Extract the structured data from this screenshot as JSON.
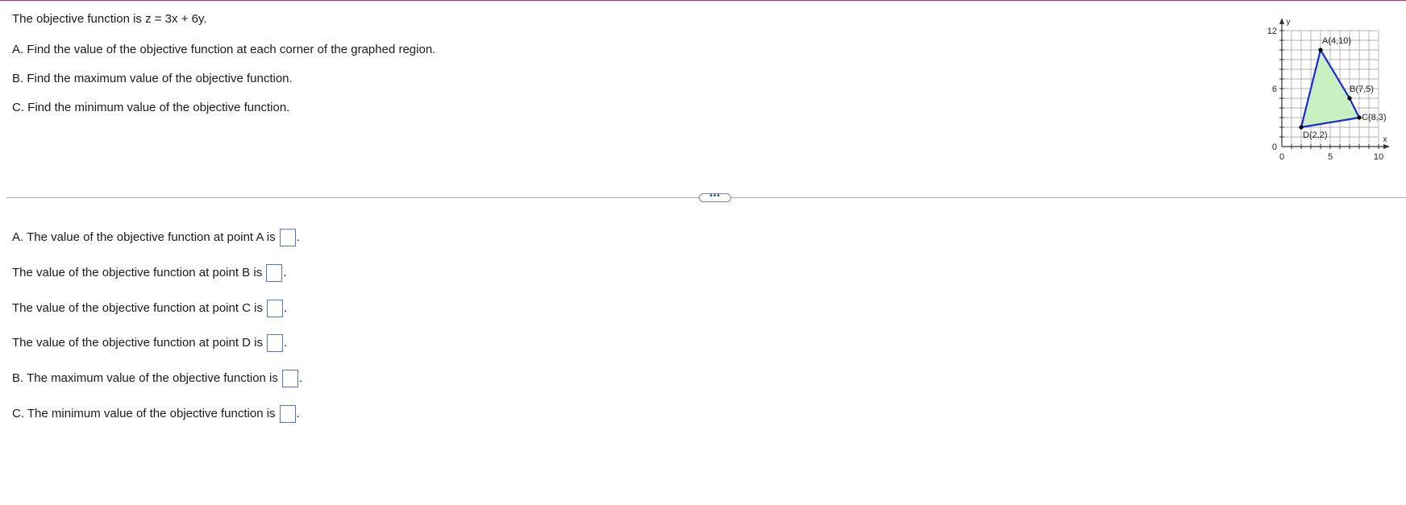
{
  "question": {
    "objective": "The objective function is z = 3x + 6y.",
    "part_a": "A. Find the value of the objective function at each corner of the graphed region.",
    "part_b": "B. Find the maximum value of the objective function.",
    "part_c": "C. Find the minimum value of the objective function."
  },
  "graph": {
    "x_axis_label": "x",
    "y_axis_label": "y",
    "x_tick_labels": [
      "0",
      "5",
      "10"
    ],
    "y_tick_labels": [
      "0",
      "6",
      "12"
    ],
    "points": [
      {
        "label": "A(4,10)",
        "x": 4,
        "y": 10
      },
      {
        "label": "B(7,5)",
        "x": 7,
        "y": 5
      },
      {
        "label": "C(8,3)",
        "x": 8,
        "y": 3
      },
      {
        "label": "D(2,2)",
        "x": 2,
        "y": 2
      }
    ],
    "x_range": [
      0,
      10
    ],
    "y_range": [
      0,
      12
    ],
    "colors": {
      "region_fill": "#c8f0c0",
      "boundary": "#1a2adb",
      "grid": "#9a9a9a",
      "axis": "#333333"
    }
  },
  "divider": {
    "handle_label": "•••"
  },
  "answers": {
    "a_prefix": "A. The value of the objective function at point A is",
    "b_line": "The value of the objective function at point B is",
    "c_line": "The value of the objective function at point C is",
    "d_line": "The value of the objective function at point D is",
    "max_line": "B. The maximum value of the objective function is",
    "min_line": "C. The minimum value of the objective function is",
    "period": "."
  }
}
